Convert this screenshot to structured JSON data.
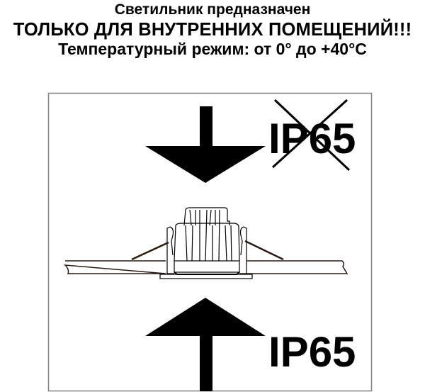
{
  "heading": {
    "line1": "Светильник предназначен",
    "line2": "ТОЛЬКО ДЛЯ ВНУТРЕННИХ ПОМЕЩЕНИЙ!!!",
    "line3": "Температурный режим: от 0° до +40°С"
  },
  "diagram": {
    "top_label": "IP65",
    "top_label_crossed": true,
    "bottom_label": "IP65",
    "top_arrow": "arrow-down",
    "bottom_arrow": "arrow-up",
    "colors": {
      "ink": "#000000",
      "frame": "#808080",
      "fixture_line": "#2a1a14"
    }
  }
}
